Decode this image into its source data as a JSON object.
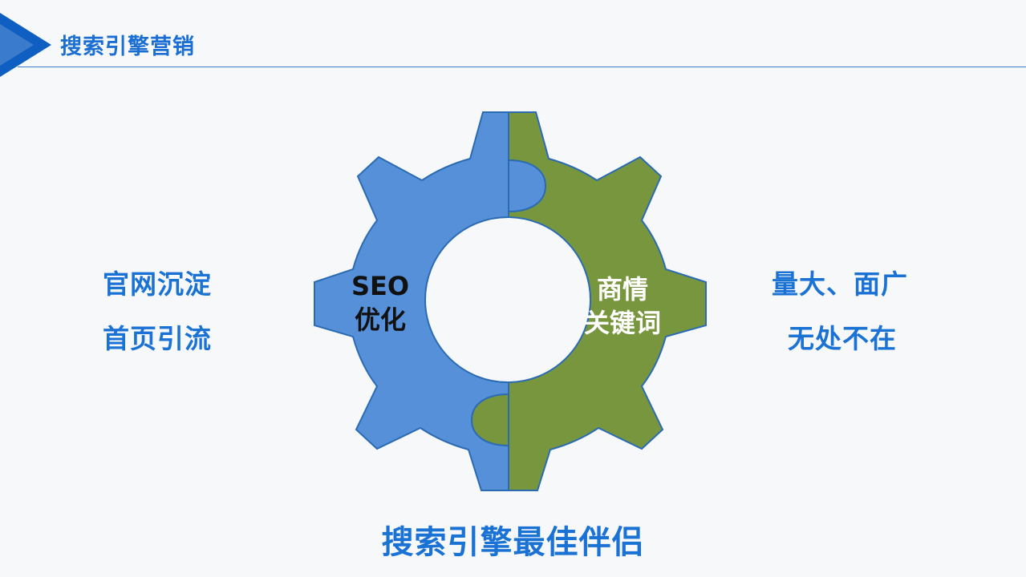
{
  "header": {
    "title": "搜索引擎营销"
  },
  "left": {
    "line1": "官网沉淀",
    "line2": "首页引流"
  },
  "gear": {
    "left_label_line1": "SEO",
    "left_label_line2": "优化",
    "right_label_line1": "商情",
    "right_label_line2": "关键词"
  },
  "right": {
    "line1": "量大、面广",
    "line2": "无处不在"
  },
  "footer": {
    "title": "搜索引擎最佳伴侣"
  },
  "colors": {
    "accent": "#1b72d5",
    "gear_left": "#5590d9",
    "gear_right": "#78963e",
    "gear_outline": "#2a6bb3"
  }
}
